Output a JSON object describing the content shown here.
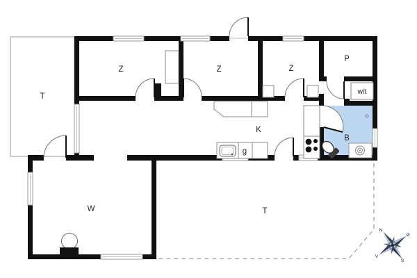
{
  "plan": {
    "rooms": [
      {
        "id": "terrace-nw",
        "label": "T"
      },
      {
        "id": "bedroom-1",
        "label": "Z"
      },
      {
        "id": "bedroom-2",
        "label": "Z"
      },
      {
        "id": "bedroom-3",
        "label": "Z"
      },
      {
        "id": "p-room",
        "label": "P"
      },
      {
        "id": "washer-dryer",
        "label": "w/t"
      },
      {
        "id": "kitchen-living",
        "label": "K"
      },
      {
        "id": "stove-unit",
        "label": "g"
      },
      {
        "id": "bathroom",
        "label": "B"
      },
      {
        "id": "annex",
        "label": "W"
      },
      {
        "id": "terrace-south",
        "label": "T"
      }
    ],
    "compass": {
      "north": "N",
      "east": "Ø",
      "south": "S",
      "west": "V"
    },
    "colors": {
      "wall": "#111111",
      "bathroom_fill": "#bed7f0",
      "window_frame": "#9a9a9a",
      "furniture_line": "#8a8a8a",
      "dashed_line": "#9a9a9a"
    }
  }
}
